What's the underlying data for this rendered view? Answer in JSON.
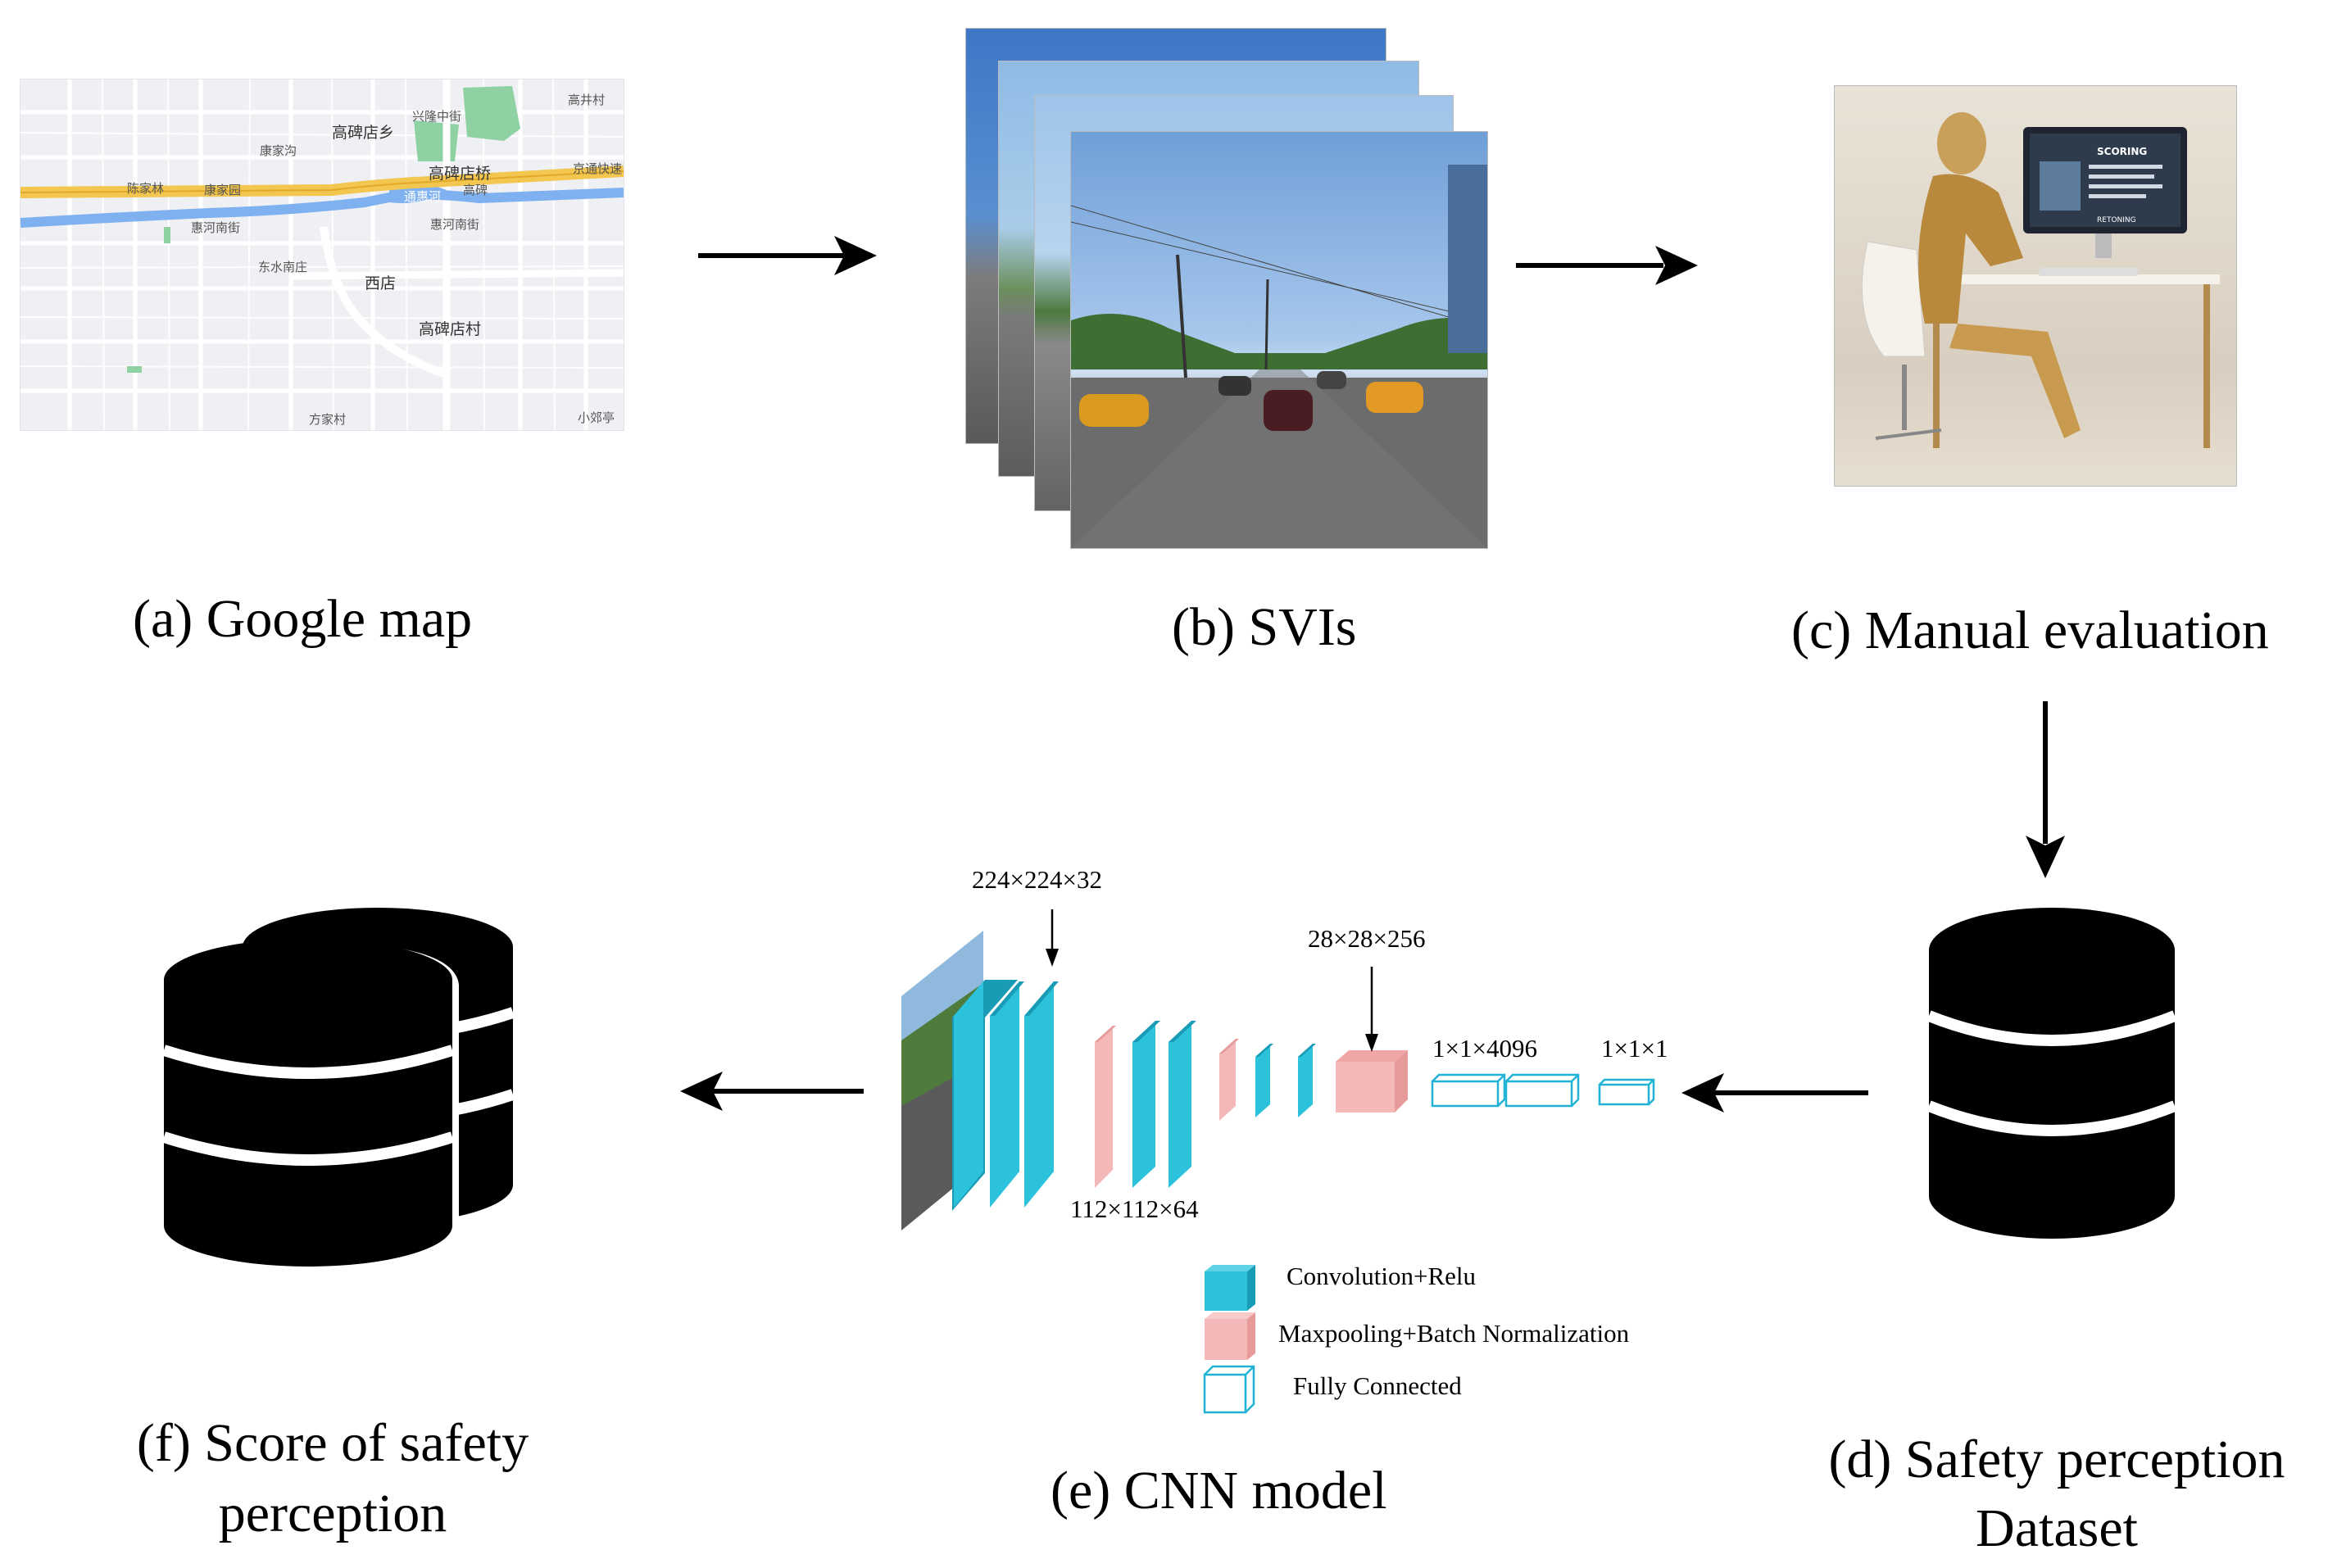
{
  "captions": {
    "a": "(a) Google map",
    "b": "(b) SVIs",
    "c": "(c) Manual evaluation",
    "d_line1": "(d) Safety perception",
    "d_line2": "Dataset",
    "e": "(e) CNN model",
    "f_line1": "(f) Score of safety",
    "f_line2": "perception"
  },
  "map_labels": {
    "district_top": "高碑店乡",
    "village_top_right": "高井村",
    "street_top": "兴隆中街",
    "village_left": "康家沟",
    "village_chen": "陈家林",
    "village_kang": "康家园",
    "bridge": "高碑店桥",
    "river": "通惠河",
    "expressway": "京通快速",
    "road_huihe": "惠河南街",
    "road_huihe_east": "惠河南街",
    "village_dongshui": "东水南庄",
    "area_xidian": "西店",
    "village_gaobeidian": "高碑店村",
    "village_fang": "方家村",
    "village_xiaojiao": "小郊亭",
    "road_gao": "高碑"
  },
  "cnn": {
    "label_conv1": "224×224×32",
    "label_conv2": "112×112×64",
    "label_pool": "28×28×256",
    "label_fc1": "1×1×4096",
    "label_fc2": "1×1×1"
  },
  "legend": {
    "conv": "Convolution+Relu",
    "pool": "Maxpooling+Batch Normalization",
    "fc": "Fully Connected"
  },
  "monitor": {
    "title": "SCORING",
    "footer": "RETONING"
  },
  "colors": {
    "conv_face": "#2cc2dc",
    "conv_side": "#1a9bb5",
    "pool_face": "#f4b8b8",
    "pool_side": "#e79a9a",
    "fc_stroke": "#21b3d6",
    "map_road_yellow": "#f3c64f",
    "map_river": "#7fb1f0",
    "map_park": "#8fd1a3"
  }
}
